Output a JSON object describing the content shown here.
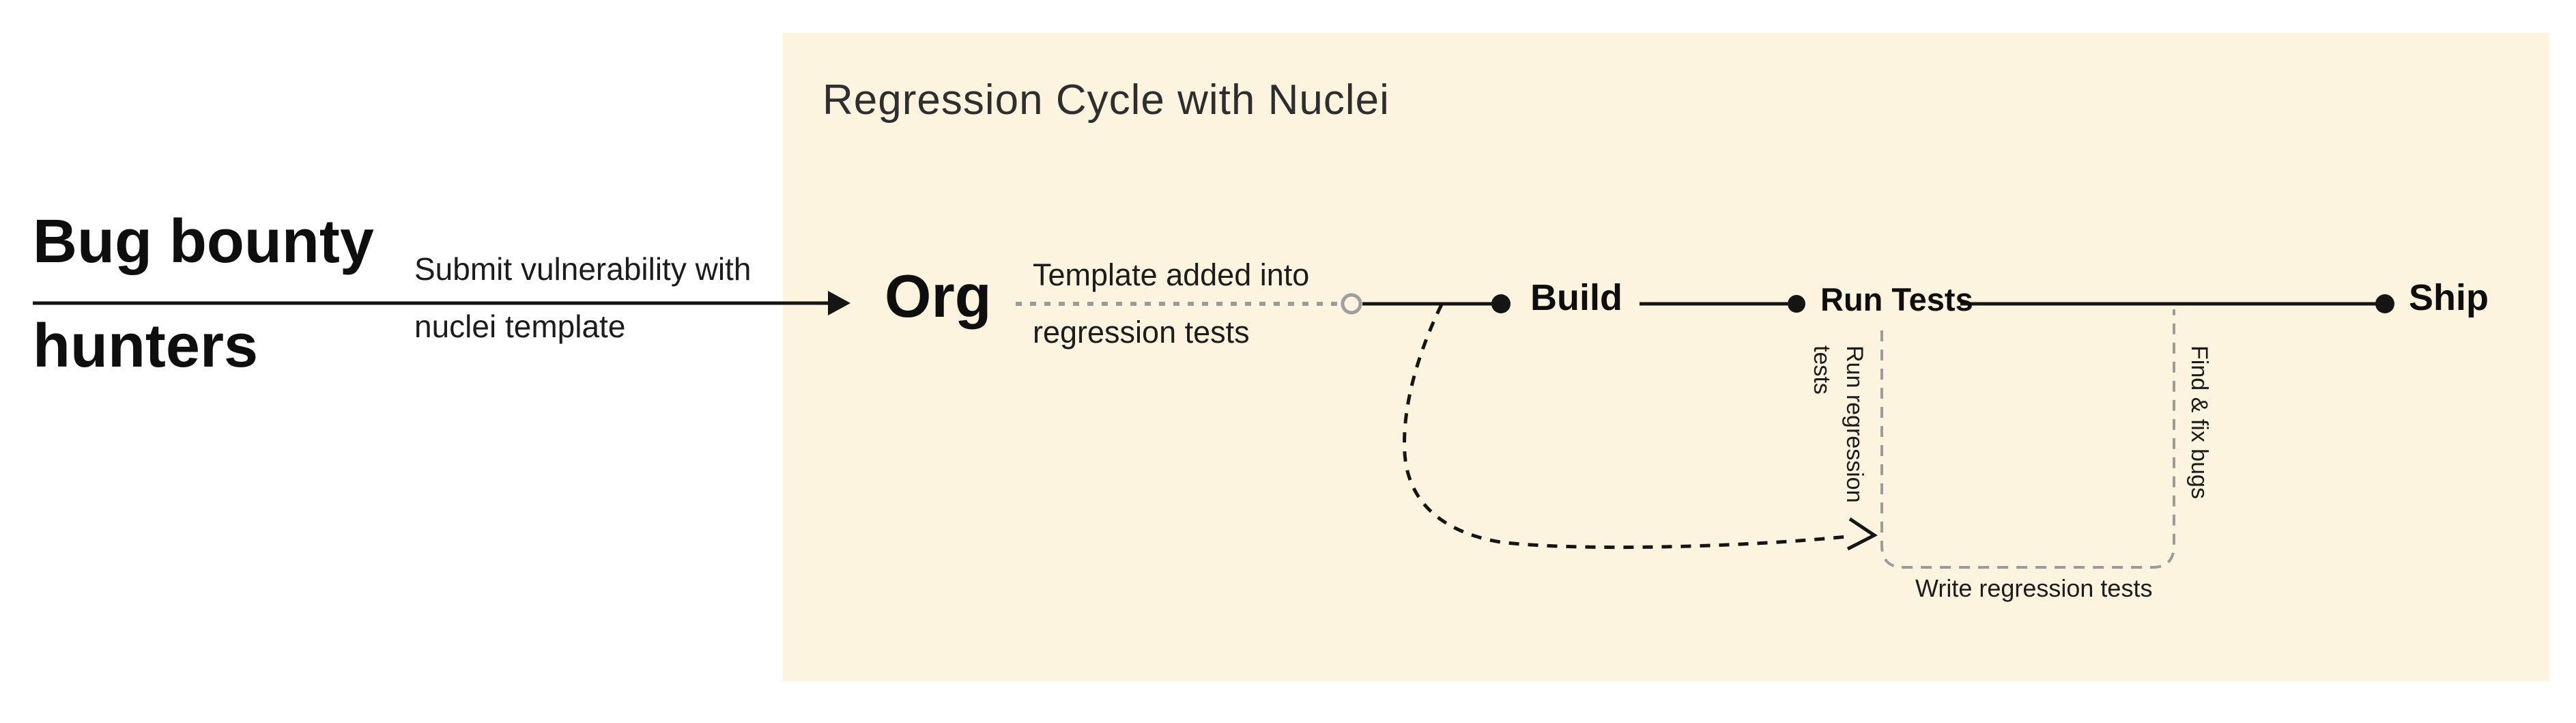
{
  "left_panel": {
    "actor_line1": "Bug bounty",
    "actor_line2": "hunters",
    "arrow_label_line1": "Submit vulnerability with",
    "arrow_label_line2": "nuclei template"
  },
  "diagram": {
    "title": "Regression Cycle with Nuclei",
    "nodes": {
      "org": "Org",
      "build": "Build",
      "run_tests": "Run Tests",
      "ship": "Ship"
    },
    "labels": {
      "template_added_line1": "Template added into",
      "template_added_line2": "regression tests",
      "run_regression_line1": "Run regression",
      "run_regression_line2": "tests",
      "find_fix_bugs": "Find & fix bugs",
      "write_regression_tests": "Write regression tests"
    }
  },
  "colors": {
    "panel_bg": "#FCF4DE",
    "ink": "#151515",
    "muted_line": "#9B9B9B",
    "page_bg": "#FFFFFF"
  }
}
